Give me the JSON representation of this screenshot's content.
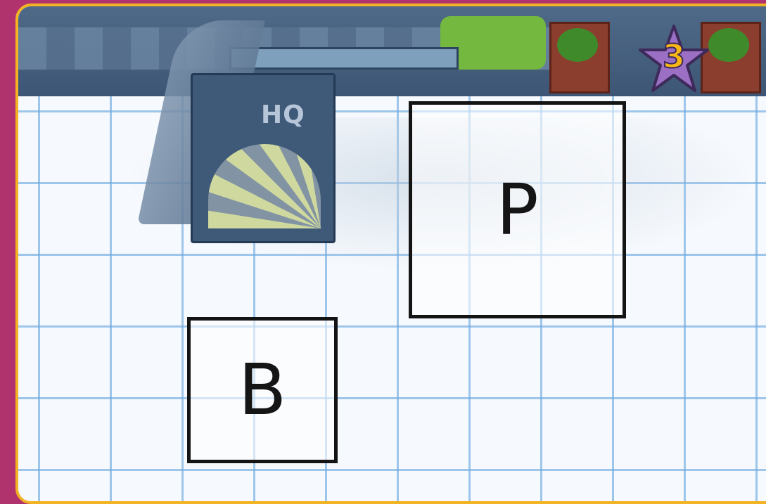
{
  "hq": {
    "label": "HQ"
  },
  "star_badge": {
    "number": "3"
  },
  "boxes": [
    {
      "letter": "P"
    },
    {
      "letter": "B"
    }
  ],
  "colors": {
    "background": "#b0336e",
    "frame_border": "#f2b324",
    "grid_line": "#6eaae1",
    "star_fill": "#9b6fc3",
    "star_number": "#f7b716",
    "hedge": "#8b3e2e",
    "grass": "#74b83f"
  }
}
